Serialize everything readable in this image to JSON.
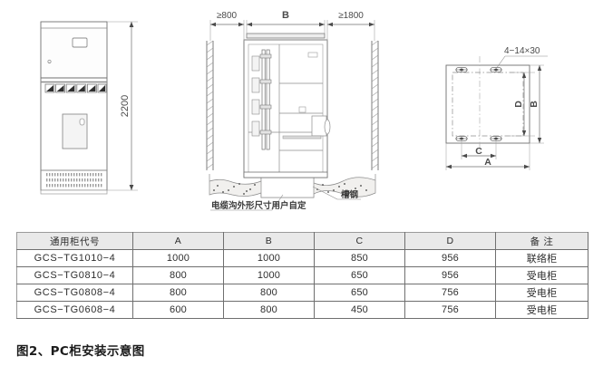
{
  "caption": "图2、PC柜安装示意图",
  "figures": {
    "front_view": {
      "name": "cabinet-front-view",
      "height_dimension": "2200",
      "switch_count": 6
    },
    "section_view": {
      "name": "cabinet-section-view",
      "dim_left": "≥800",
      "dim_center": "B",
      "dim_right": "≥1800",
      "label_trench": "电缆沟外形尺寸用户自定",
      "label_channel_steel": "槽钢"
    },
    "base_plan": {
      "name": "base-plan-view",
      "hole_callout": "4−14×30",
      "dim_a": "A",
      "dim_b": "B",
      "dim_c": "C",
      "dim_d": "D"
    }
  },
  "table": {
    "headers": [
      "通用柜代号",
      "A",
      "B",
      "C",
      "D",
      "备 注"
    ],
    "rows": [
      {
        "code": "GCS−TG1010−4",
        "a": "1000",
        "b": "1000",
        "c": "850",
        "d": "956",
        "note": "联络柜"
      },
      {
        "code": "GCS−TG0810−4",
        "a": "800",
        "b": "1000",
        "c": "650",
        "d": "956",
        "note": "受电柜"
      },
      {
        "code": "GCS−TG0808−4",
        "a": "800",
        "b": "800",
        "c": "650",
        "d": "756",
        "note": "受电柜"
      },
      {
        "code": "GCS−TG0608−4",
        "a": "600",
        "b": "800",
        "c": "450",
        "d": "756",
        "note": "受电柜"
      }
    ]
  },
  "colors": {
    "line": "#6f6f6f",
    "header_bg": "#e9e9e9",
    "text": "#333333",
    "concrete": "#f0efed"
  }
}
